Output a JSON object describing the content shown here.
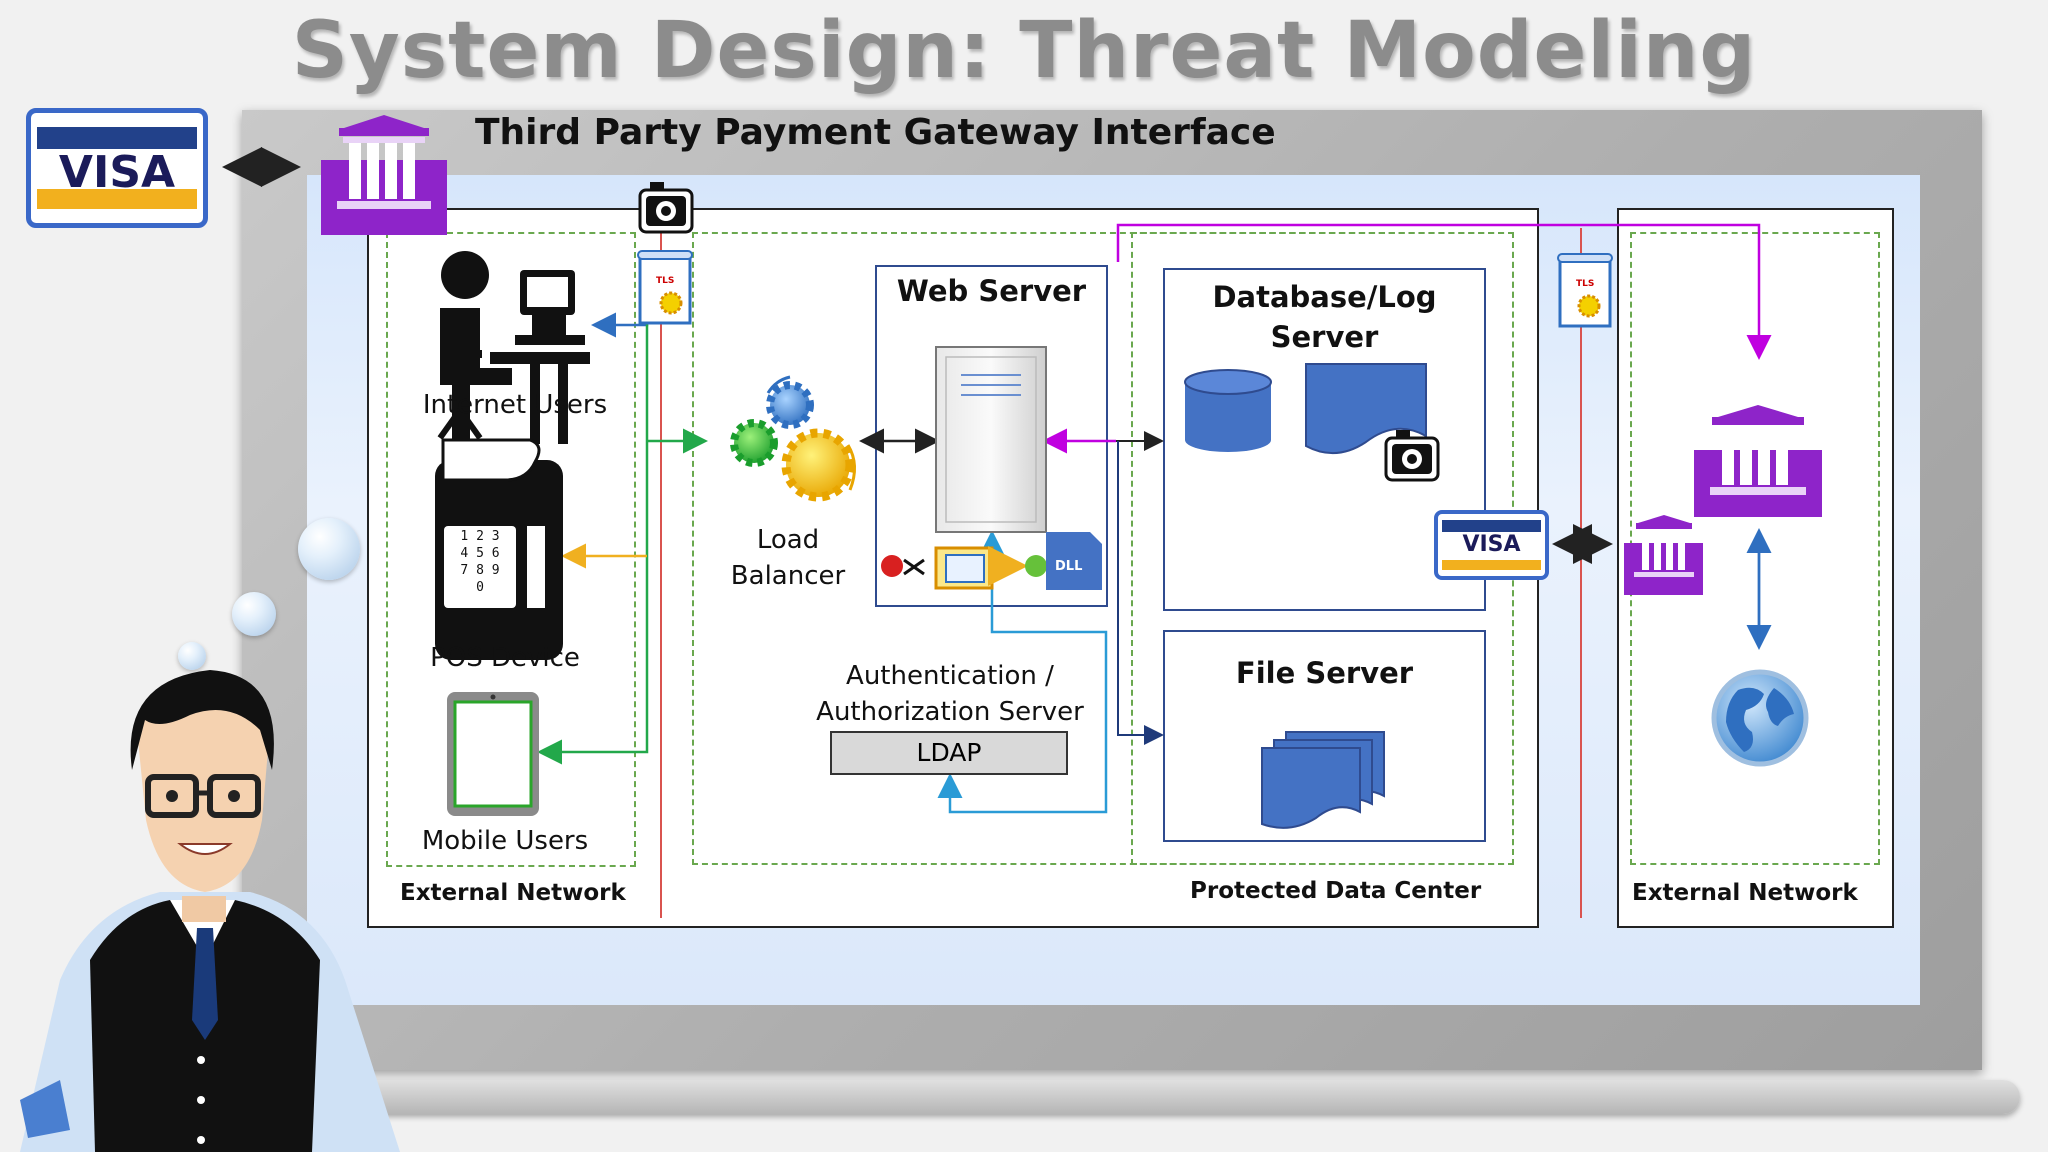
{
  "title": "System Design: Threat Modeling",
  "gateway_title": "Third Party Payment Gateway Interface",
  "left_visa_label": "VISA",
  "zones": {
    "external_network_left": "External Network",
    "protected_data_center": "Protected Data Center",
    "external_network_right": "External Network"
  },
  "clients": {
    "internet_users": "Internet Users",
    "pos_device": "POS Device",
    "pos_keypad": [
      "1 2 3",
      "4 5 6",
      "7 8 9",
      "0"
    ],
    "mobile_users": "Mobile Users"
  },
  "load_balancer": {
    "line1": "Load",
    "line2": "Balancer"
  },
  "web_server": {
    "title": "Web Server",
    "dll_label": "DLL"
  },
  "auth_server": {
    "line1": "Authentication /",
    "line2": "Authorization Server",
    "ldap": "LDAP"
  },
  "database_server": {
    "line1": "Database/Log",
    "line2": "Server",
    "visa_label": "VISA"
  },
  "file_server": {
    "title": "File Server"
  },
  "tls_label": "TLS",
  "colors": {
    "purple": "#8e24c9",
    "server_blue": "#4472c4",
    "red_line": "#d9534f",
    "green_line": "#22a84a",
    "yellow_line": "#f0b020",
    "magenta_line": "#c000e0",
    "cyan_line": "#2a9bd6"
  }
}
